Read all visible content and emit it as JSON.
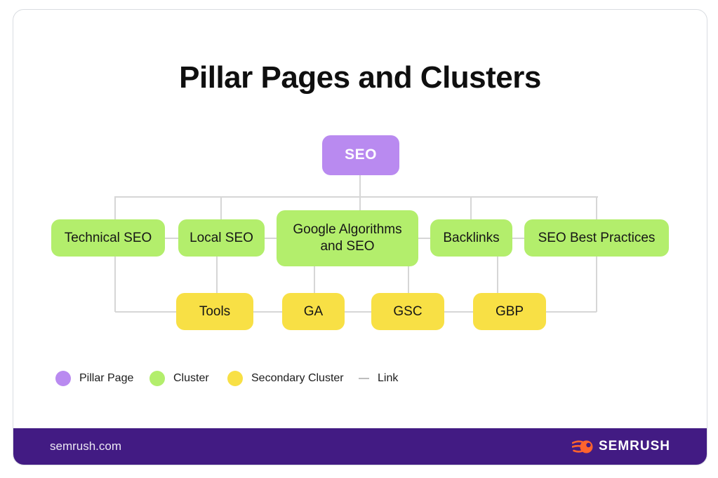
{
  "title": "Pillar Pages and Clusters",
  "nodes": {
    "seo": "SEO",
    "technical": "Technical SEO",
    "local": "Local SEO",
    "google": "Google Algorithms and SEO",
    "backlinks": "Backlinks",
    "best_practices": "SEO Best Practices",
    "tools": "Tools",
    "ga": "GA",
    "gsc": "GSC",
    "gbp": "GBP"
  },
  "legend": {
    "pillar": "Pillar Page",
    "cluster": "Cluster",
    "secondary": "Secondary Cluster",
    "link": "Link"
  },
  "footer": {
    "site": "semrush.com",
    "brand": "SEMRUSH"
  },
  "colors": {
    "pillar": "#b98af0",
    "cluster": "#b3ee6c",
    "secondary": "#f8e045",
    "link_line": "#d6d6d6",
    "footer_bar": "#421b83",
    "brand_flame": "#ff642d"
  }
}
